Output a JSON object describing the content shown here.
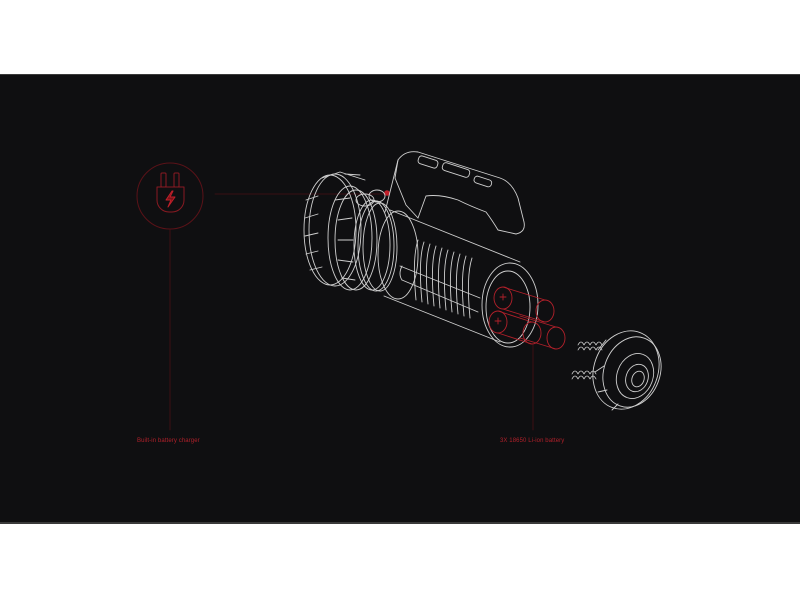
{
  "panel": {
    "background": "#0f0f11",
    "accent_color": "#b0202a",
    "line_color": "#d9d9d9"
  },
  "callouts": [
    {
      "id": "charger",
      "label": "Built-in battery charger",
      "icon": "plug-lightning-icon"
    },
    {
      "id": "battery",
      "label": "3X 18650 Li-ion battery"
    }
  ],
  "illustration": {
    "subject": "exploded view of rechargeable searchlight flashlight",
    "parts": [
      "head-bezel",
      "handle",
      "body-cooling-fins",
      "battery-pack",
      "springs",
      "tail-cap"
    ]
  }
}
